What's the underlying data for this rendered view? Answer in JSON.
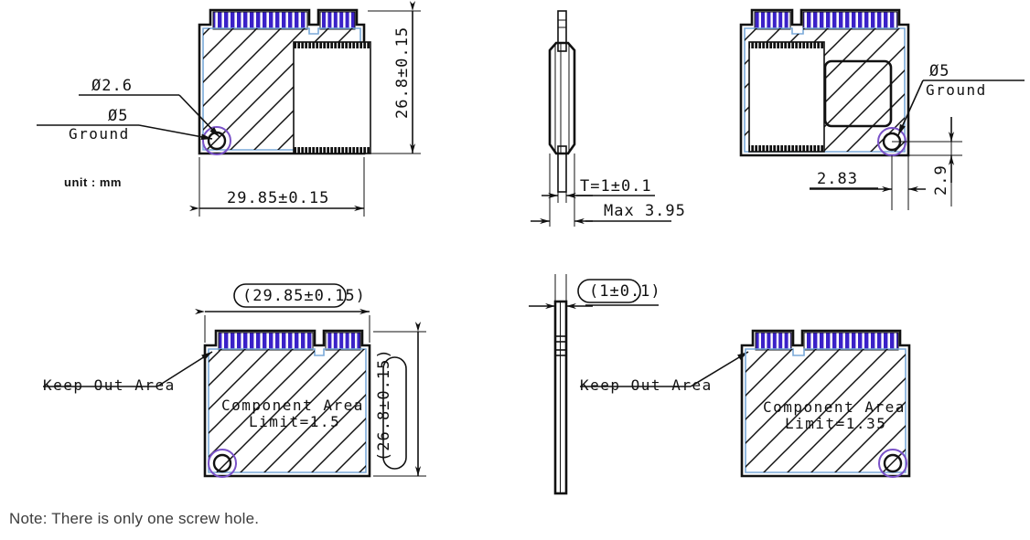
{
  "drawing": {
    "title": "M.2 2230 module mechanical drawing",
    "unit_label": "unit : mm",
    "note": "Note: There is only one screw hole.",
    "colors": {
      "line": "#111111",
      "gold_finger": "#3a21c8",
      "keepout_outline": "#7aa9d8",
      "hole_ring": "#7a52c8",
      "note_text": "#3c3c3c"
    }
  },
  "views": {
    "top_left": {
      "name": "top-view",
      "dim_width": "29.85±0.15",
      "dim_height": "26.8±0.15",
      "callout_hole_dia": "Ø2.6",
      "callout_ground_dia": "Ø5",
      "callout_ground_text": "Ground"
    },
    "top_middle": {
      "name": "side-view-top",
      "dim_thickness": "T=1±0.1",
      "dim_max": "Max 3.95"
    },
    "top_right": {
      "name": "bottom-view",
      "callout_ground_dia": "Ø5",
      "callout_ground_text": "Ground",
      "dim_hole_x": "2.83",
      "dim_hole_y": "2.9"
    },
    "bottom_left": {
      "name": "top-keepout-view",
      "dim_width": "(29.85±0.15)",
      "dim_height": "(26.8±0.15)",
      "keepout_label": "Keep Out Area",
      "area_label_line1": "Component  Area",
      "area_label_line2": "Limit=1.5"
    },
    "bottom_middle": {
      "name": "side-view-bottom",
      "dim_thickness": "(1±0.1)",
      "keepout_label": "Keep Out Area"
    },
    "bottom_right": {
      "name": "bottom-keepout-view",
      "area_label_line1": "Component  Area",
      "area_label_line2": "Limit=1.35"
    }
  }
}
